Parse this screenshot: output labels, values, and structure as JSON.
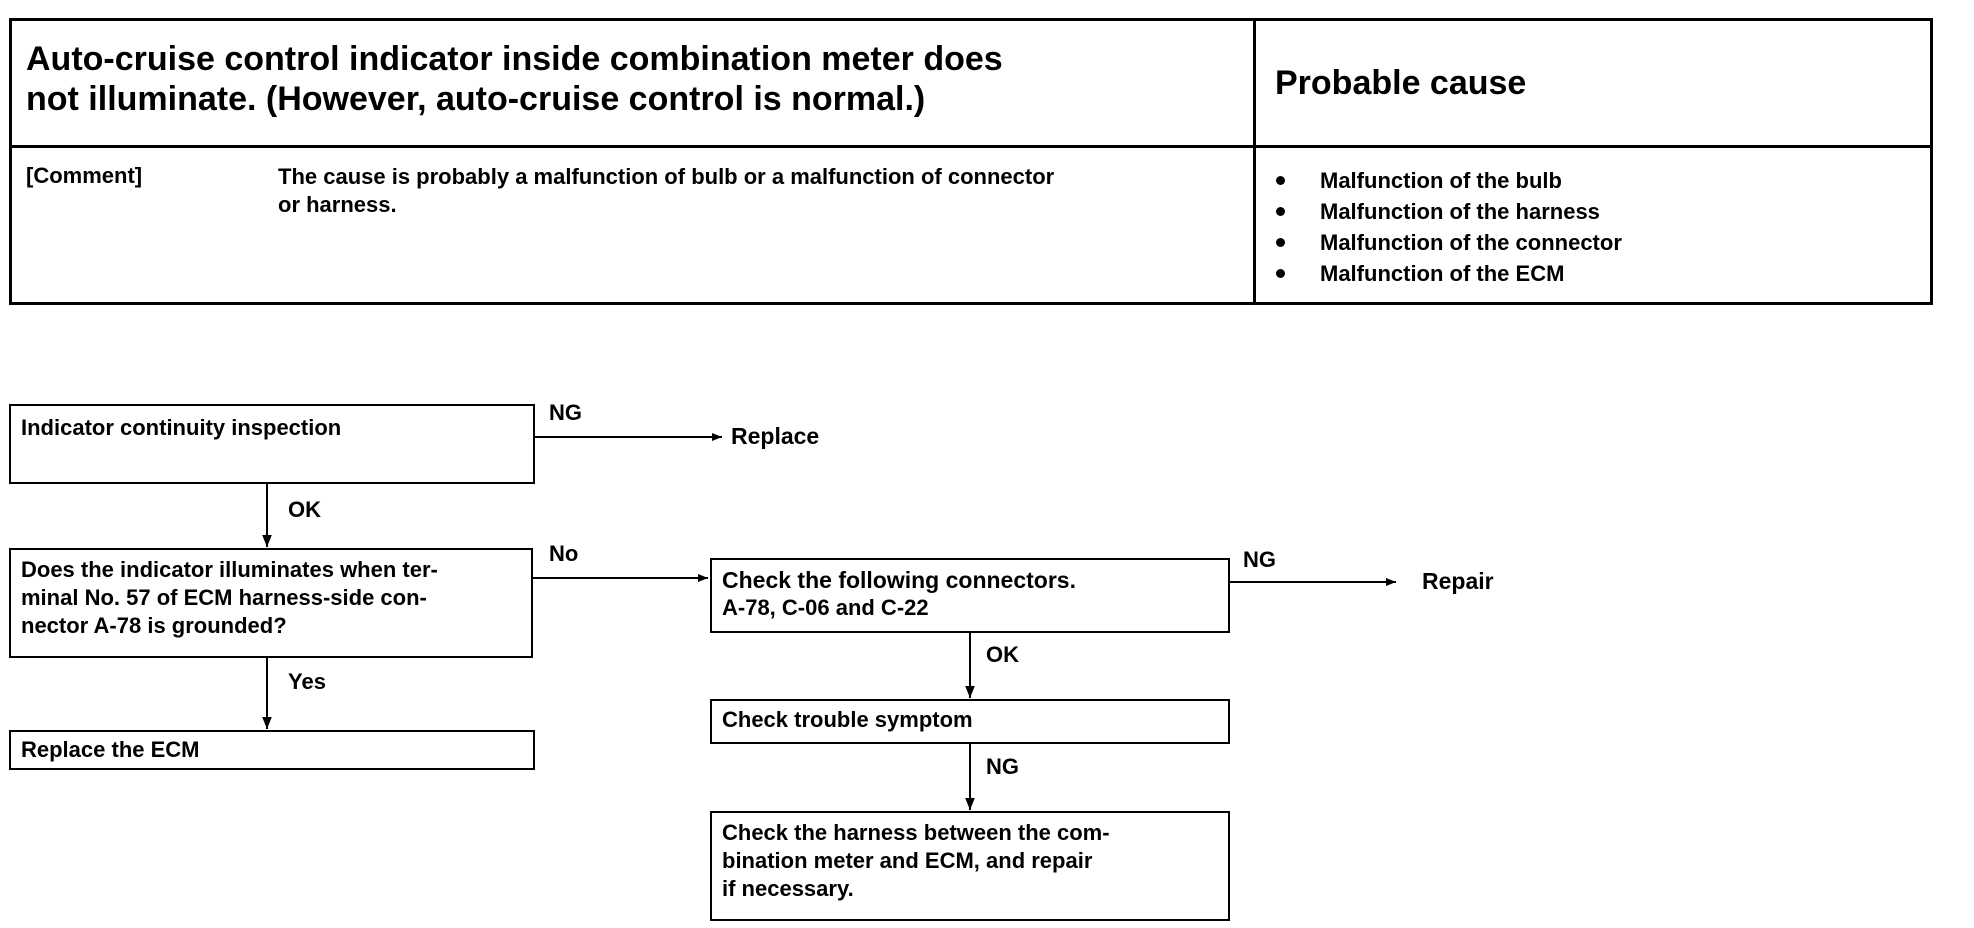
{
  "table": {
    "title_lines": [
      "Auto-cruise control indicator inside combination meter does",
      "not illuminate. (However, auto-cruise control is normal.)"
    ],
    "cause_heading": "Probable cause",
    "comment_label": "[Comment]",
    "comment_lines": [
      "The cause is probably a malfunction of bulb or a malfunction of connector",
      "or harness."
    ],
    "causes": [
      "Malfunction of the bulb",
      "Malfunction of the harness",
      "Malfunction of the connector",
      "Malfunction of the ECM"
    ]
  },
  "flow": {
    "indicator_check": "Indicator continuity inspection",
    "ng1": "NG",
    "replace": "Replace",
    "ok1": "OK",
    "ground_question_lines": [
      "Does the indicator illuminates when ter-",
      "minal No. 57 of ECM harness-side con-",
      "nector A-78 is grounded?"
    ],
    "no": "No",
    "yes": "Yes",
    "replace_ecm": "Replace the ECM",
    "connector_title": "Check the following connectors.",
    "connector_list": "A-78, C-06 and C-22",
    "ng2": "NG",
    "repair": "Repair",
    "ok2": "OK",
    "trouble_symptom": "Check trouble symptom",
    "ng3": "NG",
    "harness_lines": [
      "Check the harness between the com-",
      "bination meter and ECM, and repair",
      "if necessary."
    ]
  }
}
